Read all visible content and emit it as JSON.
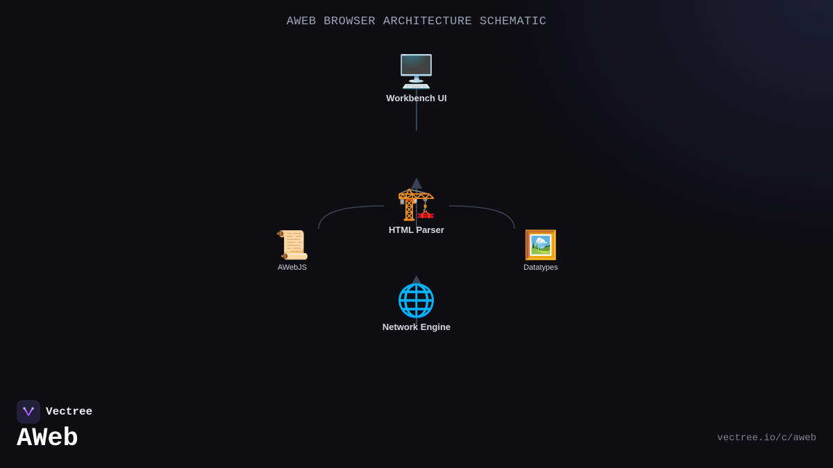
{
  "title": "AWEB BROWSER ARCHITECTURE SCHEMATIC",
  "nodes": {
    "workbench": {
      "icon": "🖥️",
      "icon_name": "desktop-computer-icon",
      "label": "Workbench UI"
    },
    "parser": {
      "icon": "🏗️",
      "icon_name": "construction-crane-icon",
      "label": "HTML Parser"
    },
    "awebjs": {
      "icon": "📜",
      "icon_name": "scroll-icon",
      "label": "AWebJS"
    },
    "datatypes": {
      "icon": "🖼️",
      "icon_name": "framed-picture-icon",
      "label": "Datatypes"
    },
    "network": {
      "icon": "🌐",
      "icon_name": "globe-icon",
      "label": "Network Engine"
    }
  },
  "brand": {
    "name": "Vectree",
    "product": "AWeb",
    "accent": "#a855f7"
  },
  "url": "vectree.io/c/aweb",
  "colors": {
    "edge": "#3a4357",
    "title": "#9aa3b5",
    "background": "#0e0d12"
  }
}
